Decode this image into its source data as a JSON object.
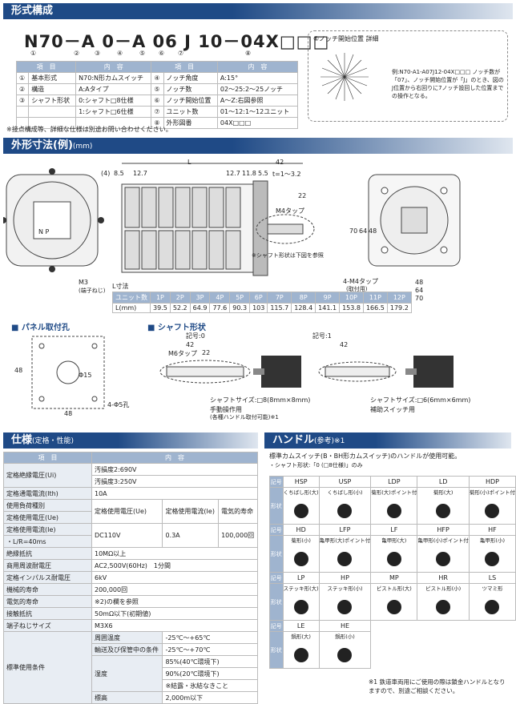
{
  "sections": {
    "model": "形式構成",
    "dims": "外形寸法(例)",
    "dims_unit": "(mm)",
    "spec": "仕様",
    "spec_sub": "(定格・性能)",
    "handle": "ハンドル",
    "handle_sub": "(参考)※1"
  },
  "model_code": "N70－A 0－A 06 J 10－04X□□□",
  "circled": [
    "①",
    "②",
    "③",
    "④",
    "⑤",
    "⑥",
    "⑦",
    "⑧"
  ],
  "model_table": {
    "headers": [
      "項　目",
      "内　容",
      "項　目",
      "内　容"
    ],
    "rows": [
      [
        "①",
        "基本形式",
        "N70:N形カムスイッチ",
        "④",
        "ノッチ角度",
        "A:15°"
      ],
      [
        "②",
        "構造",
        "A:Aタイプ",
        "⑤",
        "ノッチ数",
        "02～25:2～25ノッチ"
      ],
      [
        "③",
        "シャフト形状",
        "0:シャフト□8仕様",
        "⑥",
        "ノッチ開始位置",
        "A～Z:右図参照"
      ],
      [
        "",
        "",
        "1:シャフト□6仕様",
        "⑦",
        "ユニット数",
        "01～12:1～12ユニット"
      ],
      [
        "",
        "",
        "",
        "⑧",
        "外形図番",
        "04X□□□"
      ]
    ]
  },
  "model_note": "※接点構成等、詳細な仕様は別途お問い合わせください。",
  "notch_box": {
    "title": "⑥ノッチ開始位置 詳細",
    "text": "例:N70-A1-A07J12-04X□□□ ノッチ数が「07」、ノッチ開始位置が「J」のとき、図の J位置から右回りに7ノッチ設回した位置までの操作となる。"
  },
  "dim_labels": {
    "L": "L",
    "d42": "42",
    "d4": "(4)",
    "d85": "8.5",
    "d127": "12.7",
    "d127b": "12.7",
    "d118": "11.8",
    "d55": "5.5",
    "t": "t=1～3.2",
    "d22": "22",
    "m4tap": "M4タップ",
    "shaft_note": "※シャフト形状は下図を参照",
    "m3": "M3",
    "m3sub": "(端子ねじ)",
    "lsize": "L寸法",
    "d70": "70",
    "d64": "64",
    "d48": "48",
    "d48b": "48",
    "d64b": "64",
    "d70b": "70",
    "m4tap2": "4-M4タップ",
    "m4sub": "(取付用)",
    "np": "N P"
  },
  "l_table": {
    "head": [
      "ユニット数",
      "1P",
      "2P",
      "3P",
      "4P",
      "5P",
      "6P",
      "7P",
      "8P",
      "9P",
      "10P",
      "11P",
      "12P"
    ],
    "row": [
      "L(mm)",
      "39.5",
      "52.2",
      "64.9",
      "77.6",
      "90.3",
      "103",
      "115.7",
      "128.4",
      "141.1",
      "153.8",
      "166.5",
      "179.2"
    ]
  },
  "panel": {
    "title": "■ パネル取付孔",
    "d48": "48",
    "d48b": "48",
    "phi15": "Φ15",
    "holes": "4-Φ5孔"
  },
  "shaft": {
    "title": "■ シャフト形状",
    "code0": "記号:0",
    "code1": "記号:1",
    "m6": "M6タップ",
    "d42": "42",
    "d22": "22",
    "d42b": "42",
    "size0": "シャフトサイズ:□8(8mm×8mm)",
    "use0": "手動操作用",
    "use0sub": "(各種ハンドル取付可能)※1",
    "size1": "シャフトサイズ:□6(6mm×6mm)",
    "use1": "補助スイッチ用"
  },
  "spec": {
    "headers": [
      "項　目",
      "内　容"
    ],
    "rows": [
      {
        "k": "定格絶縁電圧(Ui)",
        "v": "汚損度2:690V"
      },
      {
        "k": "",
        "v": "汚損度3:250V"
      },
      {
        "k": "定格通電電流(Ith)",
        "v": "10A"
      },
      {
        "k": "使用負荷種別",
        "v": ""
      },
      {
        "k": "定格使用電圧(Ue)",
        "v": ""
      },
      {
        "k": "定格使用電流(Ie)",
        "v": ""
      },
      {
        "k": "・L/R=40ms",
        "v": ""
      },
      {
        "k": "絶縁抵抗",
        "v": "10MΩ以上"
      },
      {
        "k": "商用周波耐電圧",
        "v": "AC2,500V(60Hz)　1分間"
      },
      {
        "k": "定格インパルス耐電圧",
        "v": "6kV"
      },
      {
        "k": "機械的寿命",
        "v": "200,000回"
      },
      {
        "k": "電気的寿命",
        "v": "※2)の欄を参照"
      },
      {
        "k": "接触抵抗",
        "v": "50mΩ以下(初期値)"
      },
      {
        "k": "端子ねじサイズ",
        "v": "M3X6"
      }
    ],
    "sub_head": [
      "定格使用電圧(Ue)",
      "定格使用電流(Ie)",
      "電気的寿命"
    ],
    "sub_val": [
      "DC110V",
      "0.3A",
      "100,000回"
    ],
    "cond_label": "標準使用条件",
    "cond": [
      [
        "周囲温度",
        "-25℃～+65℃"
      ],
      [
        "輸送及び保管中の条件",
        "-25℃～+70℃"
      ],
      [
        "湿度",
        "85%(40℃環境下)"
      ],
      [
        "",
        "90%(20℃環境下)"
      ],
      [
        "",
        "※結露・氷結なきこと"
      ],
      [
        "標高",
        "2,000m以下"
      ]
    ]
  },
  "handle": {
    "intro": "標準カムスイッチ(B・BH形カムスイッチ)のハンドルが使用可能。",
    "intro2": "・シャフト形状:「0 (□8仕様)」のみ",
    "code": "記号",
    "shape": "形状",
    "rows": [
      {
        "codes": [
          "HSP",
          "USP",
          "LDP",
          "LD",
          "HDP"
        ],
        "names": [
          "くちばし形(大)",
          "くちばし形(小)",
          "菊形(大)ポイント付",
          "菊形(大)",
          "菊形(小)ポイント付"
        ]
      },
      {
        "codes": [
          "HD",
          "LFP",
          "LF",
          "HFP",
          "HF"
        ],
        "names": [
          "菊形(小)",
          "亀甲形(大)ポイント付",
          "亀甲形(大)",
          "亀甲形(小)ポイント付",
          "亀甲形(小)"
        ]
      },
      {
        "codes": [
          "LP",
          "HP",
          "MP",
          "HR",
          "LS"
        ],
        "names": [
          "ステッキ形(大)",
          "ステッキ形(小)",
          "ピストル形(大)",
          "ピストル形(小)",
          "ツマミ形"
        ]
      },
      {
        "codes": [
          "LE",
          "HE"
        ],
        "names": [
          "鍋形(大)",
          "鍋形(小)"
        ]
      }
    ],
    "note": "※1 鉄道車両用にご使用の際は鎖金ハンドルとなりますので、別途ご相談ください。"
  }
}
